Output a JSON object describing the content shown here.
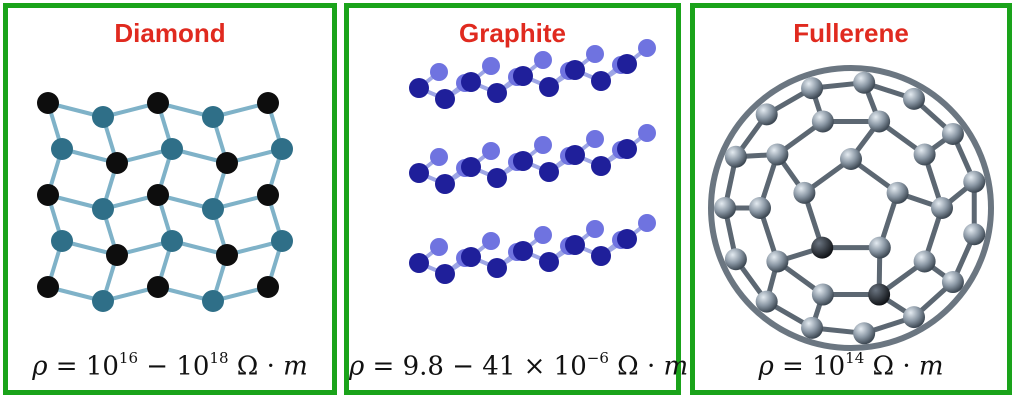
{
  "colors": {
    "border": "#1aa31a",
    "title": "#e02a1f",
    "diamond_dark": "#0d0d0d",
    "diamond_teal": "#2f6f88",
    "graphite_blue": "#2a2aa8",
    "fullerene_gray": "#8a97a4"
  },
  "panels": [
    {
      "title": "Diamond",
      "formula": {
        "rho": "ρ",
        "eq": " = 10",
        "exp1": "16",
        "mid": " − 10",
        "exp2": "18",
        "unit": " Ω · ",
        "m": "m"
      }
    },
    {
      "title": "Graphite",
      "formula": {
        "rho": "ρ",
        "eq": " = 9.8 − 41 × 10",
        "exp1": "−6",
        "unit": " Ω · ",
        "m": "m"
      }
    },
    {
      "title": "Fullerene",
      "formula": {
        "rho": "ρ",
        "eq": " = 10",
        "exp1": "14",
        "unit": " Ω · ",
        "m": "m"
      }
    }
  ]
}
